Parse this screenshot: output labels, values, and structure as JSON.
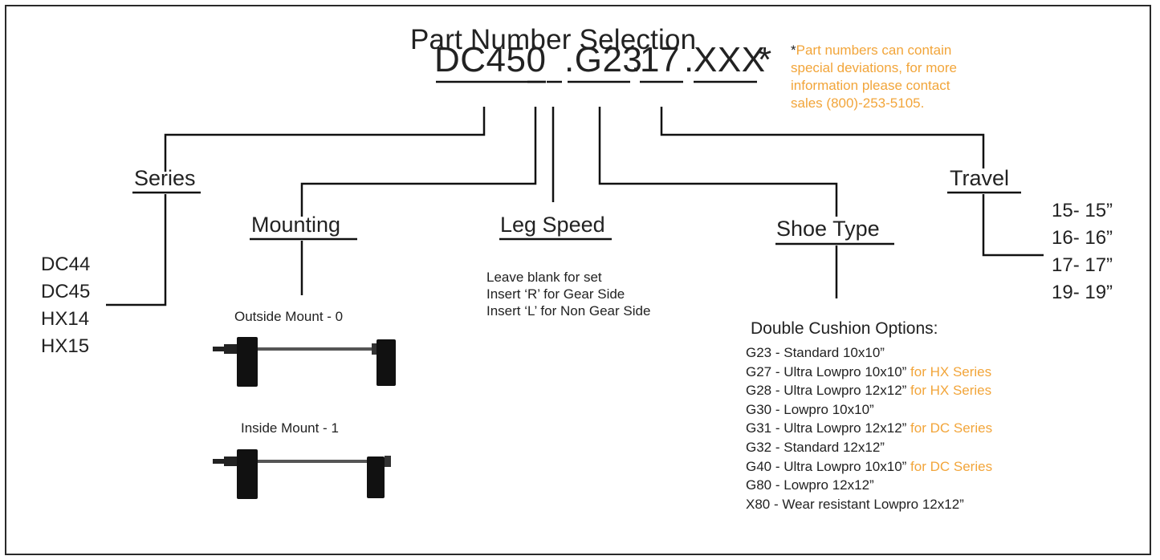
{
  "title": "Part Number Selection",
  "part_number": {
    "series": "DC450",
    "mounting": "",
    "leg_speed": "",
    "shoe": ".G23",
    "travel_sep": ".",
    "travel": "17",
    "custom_sep": ".",
    "custom": "XXX",
    "asterisk": "*"
  },
  "note": {
    "asterisk": "*",
    "text": "Part numbers can contain special deviations, for more information please contact sales (800)-253-5105."
  },
  "series": {
    "heading": "Series",
    "items": [
      "DC44",
      "DC45",
      "HX14",
      "HX15"
    ]
  },
  "mounting": {
    "heading": "Mounting",
    "outside_label": "Outside Mount - 0",
    "inside_label": "Inside Mount - 1"
  },
  "leg_speed": {
    "heading": "Leg Speed",
    "lines": [
      "Leave blank for set",
      "Insert ‘R’ for Gear Side",
      "Insert ‘L’ for Non Gear Side"
    ]
  },
  "shoe_type": {
    "heading": "Shoe Type",
    "options_title": "Double Cushion Options:",
    "options": [
      {
        "text": "G23 - Standard 10x10”",
        "note": ""
      },
      {
        "text": "G27 - Ultra Lowpro 10x10”",
        "note": " for HX Series"
      },
      {
        "text": "G28 - Ultra Lowpro 12x12”",
        "note": " for HX Series"
      },
      {
        "text": "G30 - Lowpro 10x10”",
        "note": ""
      },
      {
        "text": "G31 - Ultra Lowpro 12x12”",
        "note": " for DC Series"
      },
      {
        "text": "G32 - Standard 12x12”",
        "note": ""
      },
      {
        "text": "G40 - Ultra Lowpro 10x10”",
        "note": " for DC Series"
      },
      {
        "text": "G80 - Lowpro 12x12”",
        "note": ""
      },
      {
        "text": "X80 - Wear resistant Lowpro 12x12”",
        "note": ""
      }
    ]
  },
  "travel": {
    "heading": "Travel",
    "items": [
      "15- 15”",
      "16- 16”",
      "17- 17”",
      "19- 19”"
    ]
  },
  "colors": {
    "accent": "#f2a53a",
    "line": "#111111",
    "text": "#222222"
  }
}
